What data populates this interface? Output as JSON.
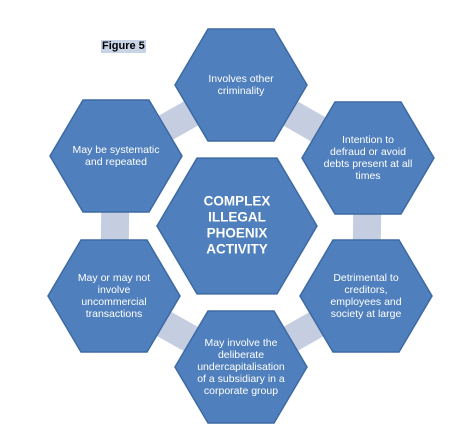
{
  "figure_label": "Figure 5",
  "colors": {
    "hex_fill": "#4f7fbc",
    "hex_stroke": "#3d6aa3",
    "connector_fill": "#c5cde0",
    "text": "#ffffff"
  },
  "center": {
    "lines": [
      "COMPLEX",
      "ILLEGAL",
      "PHOENIX",
      "ACTIVITY"
    ]
  },
  "outer": [
    {
      "id": "top",
      "lines": [
        "Involves other",
        "criminality"
      ]
    },
    {
      "id": "upper-right",
      "lines": [
        "Intention to",
        "defraud or avoid",
        "debts present at all",
        "times"
      ]
    },
    {
      "id": "lower-right",
      "lines": [
        "Detrimental to",
        "creditors,",
        "employees and",
        "society at large"
      ]
    },
    {
      "id": "bottom",
      "lines": [
        "May involve the",
        "deliberate",
        "undercapitalisation",
        "of a subsidiary in a",
        "corporate group"
      ]
    },
    {
      "id": "lower-left",
      "lines": [
        "May or may not",
        "involve",
        "uncommercial",
        "transactions"
      ]
    },
    {
      "id": "upper-left",
      "lines": [
        "May be systematic",
        "and repeated"
      ]
    }
  ]
}
